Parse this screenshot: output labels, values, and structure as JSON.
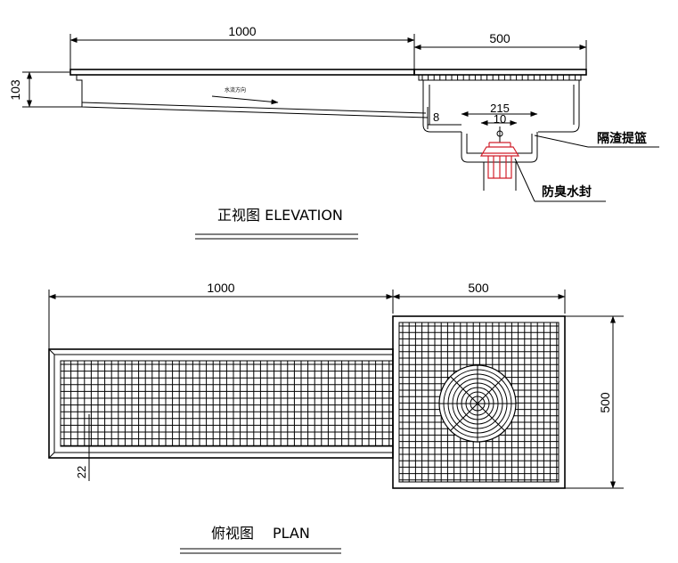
{
  "elevation": {
    "title": "正视图 ELEVATION",
    "dims": {
      "channel_length": "1000",
      "box_width": "500",
      "height": "103",
      "slope_drop": "8",
      "outlet_width": "215",
      "outlet_inner": "10"
    },
    "flow_label": "水流方向",
    "callouts": {
      "basket": "隔渣提篮",
      "seal": "防臭水封"
    }
  },
  "plan": {
    "title_cn": "俯视图",
    "title_en": "PLAN",
    "dims": {
      "channel_length": "1000",
      "box_width": "500",
      "box_depth": "500",
      "grate_bar": "22"
    }
  }
}
